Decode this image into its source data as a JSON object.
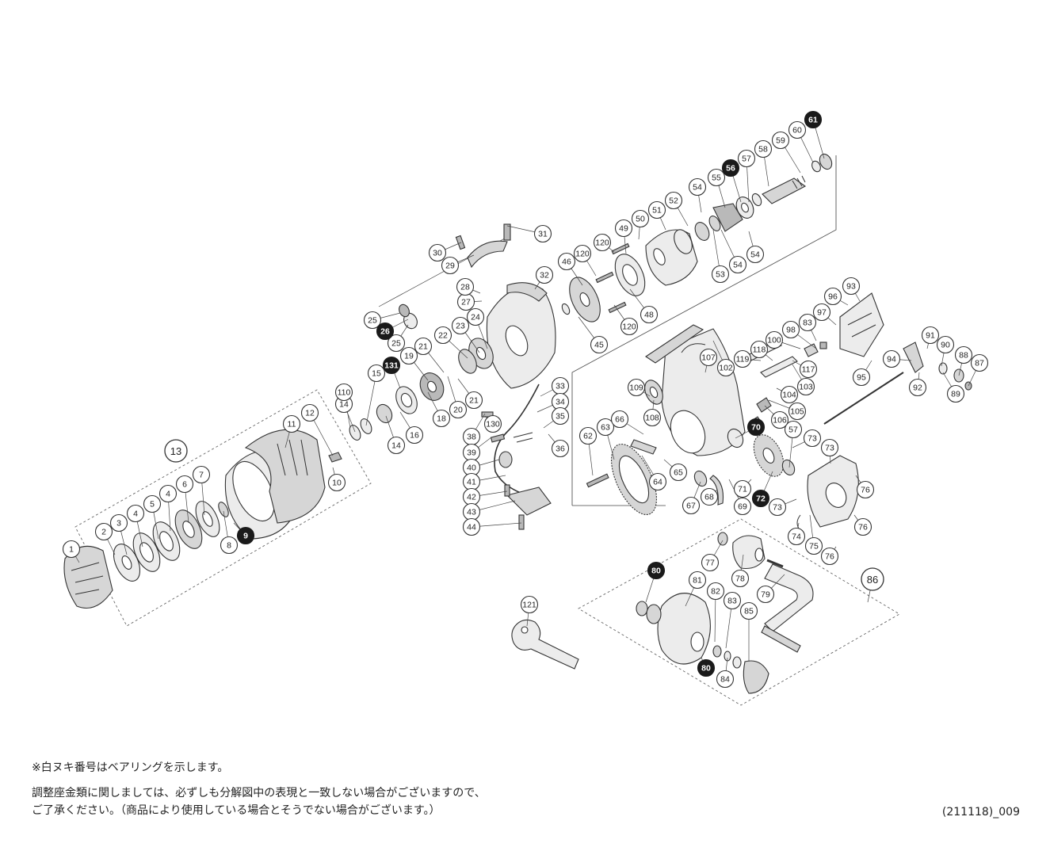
{
  "notes": {
    "line1": "※白ヌキ番号はベアリングを示します。",
    "line2": "調整座金類に関しましては、必ずしも分解図中の表現と一致しない場合がございますので、",
    "line3": "ご了承ください。（商品により使用している場合とそうでない場合がございます。）"
  },
  "diagram_code": "(211118)_009",
  "callouts": [
    {
      "label": "1"
    },
    {
      "label": "2"
    },
    {
      "label": "3"
    },
    {
      "label": "4"
    },
    {
      "label": "5"
    },
    {
      "label": "4"
    },
    {
      "label": "6"
    },
    {
      "label": "7"
    },
    {
      "label": "8"
    },
    {
      "label": "9",
      "dark": true
    },
    {
      "label": "10"
    },
    {
      "label": "11"
    },
    {
      "label": "12"
    },
    {
      "label": "13",
      "big": true
    },
    {
      "label": "14"
    },
    {
      "label": "14"
    },
    {
      "label": "15"
    },
    {
      "label": "16"
    },
    {
      "label": "18"
    },
    {
      "label": "19"
    },
    {
      "label": "20"
    },
    {
      "label": "21"
    },
    {
      "label": "21"
    },
    {
      "label": "22"
    },
    {
      "label": "23"
    },
    {
      "label": "24"
    },
    {
      "label": "25"
    },
    {
      "label": "25"
    },
    {
      "label": "26",
      "dark": true
    },
    {
      "label": "27"
    },
    {
      "label": "28"
    },
    {
      "label": "29"
    },
    {
      "label": "30"
    },
    {
      "label": "31"
    },
    {
      "label": "32"
    },
    {
      "label": "33"
    },
    {
      "label": "34"
    },
    {
      "label": "35"
    },
    {
      "label": "36"
    },
    {
      "label": "38"
    },
    {
      "label": "39"
    },
    {
      "label": "40"
    },
    {
      "label": "41"
    },
    {
      "label": "42"
    },
    {
      "label": "43"
    },
    {
      "label": "44"
    },
    {
      "label": "45"
    },
    {
      "label": "46"
    },
    {
      "label": "48"
    },
    {
      "label": "49"
    },
    {
      "label": "50"
    },
    {
      "label": "51"
    },
    {
      "label": "52"
    },
    {
      "label": "53"
    },
    {
      "label": "54"
    },
    {
      "label": "54"
    },
    {
      "label": "54"
    },
    {
      "label": "55"
    },
    {
      "label": "56",
      "dark": true
    },
    {
      "label": "57"
    },
    {
      "label": "58"
    },
    {
      "label": "59"
    },
    {
      "label": "60"
    },
    {
      "label": "61",
      "dark": true
    },
    {
      "label": "62"
    },
    {
      "label": "63"
    },
    {
      "label": "64"
    },
    {
      "label": "65"
    },
    {
      "label": "66"
    },
    {
      "label": "67"
    },
    {
      "label": "68"
    },
    {
      "label": "69"
    },
    {
      "label": "70",
      "dark": true
    },
    {
      "label": "71"
    },
    {
      "label": "72",
      "dark": true
    },
    {
      "label": "73"
    },
    {
      "label": "73"
    },
    {
      "label": "73"
    },
    {
      "label": "74"
    },
    {
      "label": "75"
    },
    {
      "label": "76"
    },
    {
      "label": "76"
    },
    {
      "label": "76"
    },
    {
      "label": "57"
    },
    {
      "label": "77"
    },
    {
      "label": "78"
    },
    {
      "label": "79"
    },
    {
      "label": "80",
      "dark": true
    },
    {
      "label": "80",
      "dark": true
    },
    {
      "label": "81"
    },
    {
      "label": "82"
    },
    {
      "label": "83"
    },
    {
      "label": "84"
    },
    {
      "label": "85"
    },
    {
      "label": "86",
      "big": true
    },
    {
      "label": "83"
    },
    {
      "label": "87"
    },
    {
      "label": "88"
    },
    {
      "label": "89"
    },
    {
      "label": "90"
    },
    {
      "label": "91"
    },
    {
      "label": "92"
    },
    {
      "label": "93"
    },
    {
      "label": "94"
    },
    {
      "label": "95"
    },
    {
      "label": "96"
    },
    {
      "label": "97"
    },
    {
      "label": "98"
    },
    {
      "label": "100"
    },
    {
      "label": "102"
    },
    {
      "label": "103"
    },
    {
      "label": "104"
    },
    {
      "label": "105"
    },
    {
      "label": "106"
    },
    {
      "label": "107"
    },
    {
      "label": "108"
    },
    {
      "label": "109"
    },
    {
      "label": "110"
    },
    {
      "label": "117"
    },
    {
      "label": "118"
    },
    {
      "label": "119"
    },
    {
      "label": "120"
    },
    {
      "label": "120"
    },
    {
      "label": "120"
    },
    {
      "label": "121"
    },
    {
      "label": "130"
    },
    {
      "label": "131",
      "dark": true
    }
  ]
}
